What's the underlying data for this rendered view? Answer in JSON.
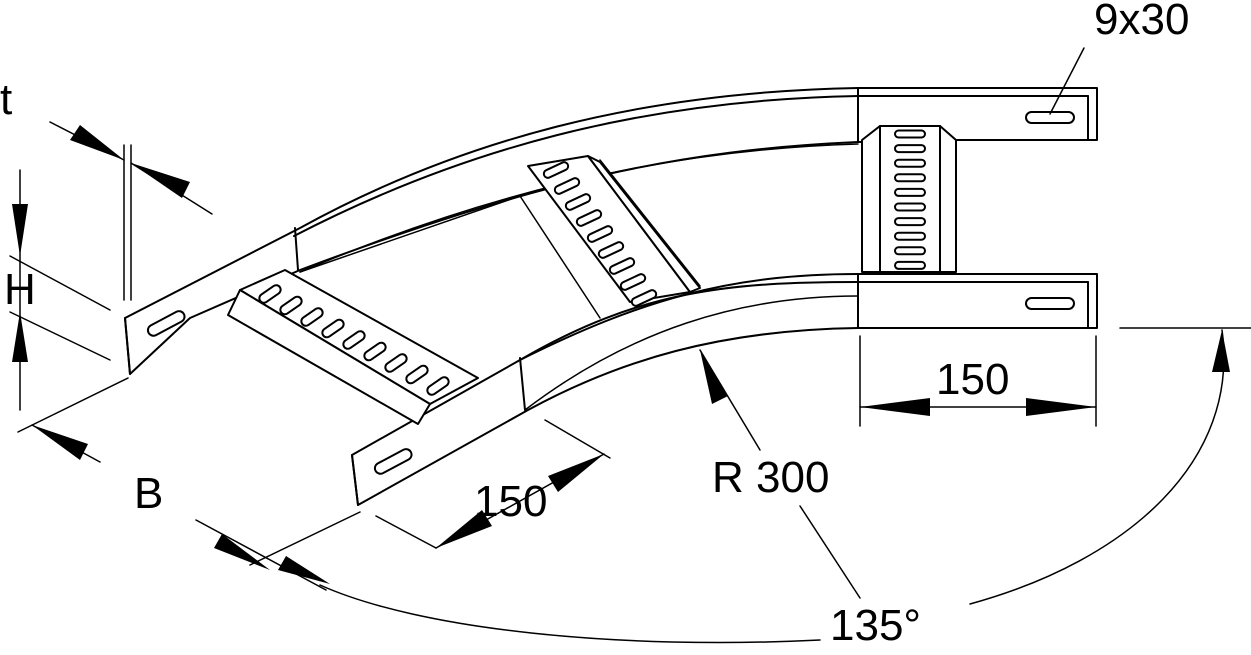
{
  "labels": {
    "thickness": "t",
    "height": "H",
    "width": "B",
    "straight_length_left": "150",
    "straight_length_right": "150",
    "radius": "R 300",
    "angle": "135°",
    "slot_size": "9x30"
  },
  "colors": {
    "stroke": "#000000",
    "background": "#ffffff"
  }
}
